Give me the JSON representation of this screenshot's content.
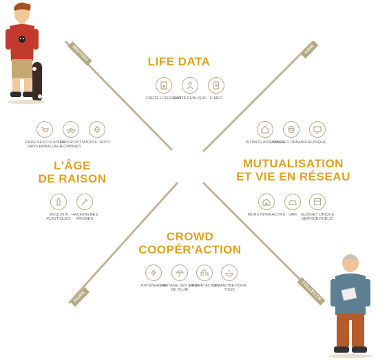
{
  "axes": {
    "top_left": "INDIVIDU",
    "top_right": "AGIR",
    "bottom_left": "FAIRE",
    "bottom_right": "COLLECTIF"
  },
  "quadrants": {
    "top": {
      "title": "LIFE DATA",
      "items": [
        {
          "label": "CARTE LOGEMENT",
          "icon": "house-card-icon"
        },
        {
          "label": "SANTÉ PUBLIQUE",
          "icon": "health-person-icon"
        },
        {
          "label": "E-MED",
          "icon": "tablet-medical-icon"
        }
      ]
    },
    "left": {
      "title_line1": "L'ÂGE",
      "title_line2": "DE RAISON",
      "items_top": [
        {
          "label": "FAIRE SES COURSES SANS EMBALLAGE",
          "icon": "shopping-icon"
        },
        {
          "label": "TRANSPORTS COMBINÉS",
          "icon": "bike-icon"
        },
        {
          "label": "MODUL' AUTO",
          "icon": "gear-car-icon"
        }
      ],
      "items_bottom": [
        {
          "label": "MOULIN À PLASTIQUES",
          "icon": "bottle-icon"
        },
        {
          "label": "HACKING DES FRICHES",
          "icon": "tools-icon"
        }
      ]
    },
    "right": {
      "title_line1": "MUTUALISATION",
      "title_line2": "ET VIE EN RÉSEAU",
      "items_top": [
        {
          "label": "INTIMITÉ INOMOBILE",
          "icon": "house-icon"
        },
        {
          "label": "RUCHES URBAINES",
          "icon": "beehive-icon"
        },
        {
          "label": "HUBIQUE",
          "icon": "monitor-icon"
        }
      ],
      "items_bottom": [
        {
          "label": "MURS INTERACTIFS",
          "icon": "house-wall-icon"
        },
        {
          "label": "VAM",
          "icon": "car-share-icon"
        },
        {
          "label": "GUICHET UNIQUE SERVICE PUBLIC",
          "icon": "counter-icon"
        }
      ]
    },
    "bottom": {
      "title_line1": "CROWD",
      "title_line2": "COOPÉR'ACTION",
      "items": [
        {
          "label": "P2P ÉNERGIE",
          "icon": "energy-icon"
        },
        {
          "label": "PARTAGE DES EAUX DE PLUIE",
          "icon": "umbrella-icon"
        },
        {
          "label": "URBAIN' ACTION",
          "icon": "city-action-icon"
        },
        {
          "label": "LA CANTINE POUR TOUS",
          "icon": "cantine-icon"
        }
      ]
    }
  },
  "colors": {
    "accent": "#e0a21d",
    "line": "#c1b496",
    "icon_stroke": "#b8ab8c",
    "label": "#6a6a6a"
  }
}
